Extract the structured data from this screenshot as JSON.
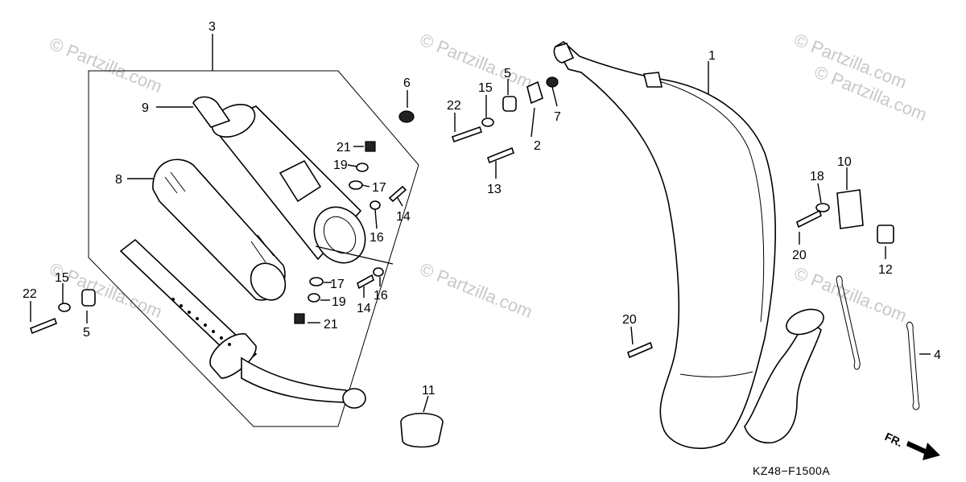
{
  "watermarks": [
    "© Partzilla.com",
    "© Partzilla.com",
    "© Partzilla.com",
    "© Partzilla.com",
    "© Partzilla.com",
    "© Partzilla.com",
    "© Partzilla.com"
  ],
  "diagram_code": "KZ48−F1500A",
  "direction_marker": "FR.",
  "callouts": [
    {
      "label": "1",
      "part": "exhaust-chamber"
    },
    {
      "label": "2",
      "part": "chamber-stay"
    },
    {
      "label": "3",
      "part": "muffler-assembly"
    },
    {
      "label": "4",
      "part": "chamber-spring"
    },
    {
      "label": "5",
      "part": "rubber-mount"
    },
    {
      "label": "5",
      "part": "rubber-mount"
    },
    {
      "label": "6",
      "part": "collar"
    },
    {
      "label": "7",
      "part": "collar"
    },
    {
      "label": "8",
      "part": "muffler-packing"
    },
    {
      "label": "9",
      "part": "muffler-body"
    },
    {
      "label": "10",
      "part": "rubber-pad"
    },
    {
      "label": "11",
      "part": "exhaust-joint-rubber"
    },
    {
      "label": "12",
      "part": "clip-nut"
    },
    {
      "label": "13",
      "part": "bolt"
    },
    {
      "label": "14",
      "part": "bolt"
    },
    {
      "label": "14",
      "part": "bolt"
    },
    {
      "label": "15",
      "part": "washer"
    },
    {
      "label": "15",
      "part": "washer"
    },
    {
      "label": "16",
      "part": "washer"
    },
    {
      "label": "16",
      "part": "washer"
    },
    {
      "label": "17",
      "part": "washer"
    },
    {
      "label": "17",
      "part": "washer"
    },
    {
      "label": "18",
      "part": "washer"
    },
    {
      "label": "19",
      "part": "washer"
    },
    {
      "label": "19",
      "part": "washer"
    },
    {
      "label": "20",
      "part": "bolt"
    },
    {
      "label": "20",
      "part": "bolt"
    },
    {
      "label": "21",
      "part": "bolt"
    },
    {
      "label": "21",
      "part": "bolt"
    },
    {
      "label": "22",
      "part": "bolt"
    },
    {
      "label": "22",
      "part": "bolt"
    }
  ]
}
